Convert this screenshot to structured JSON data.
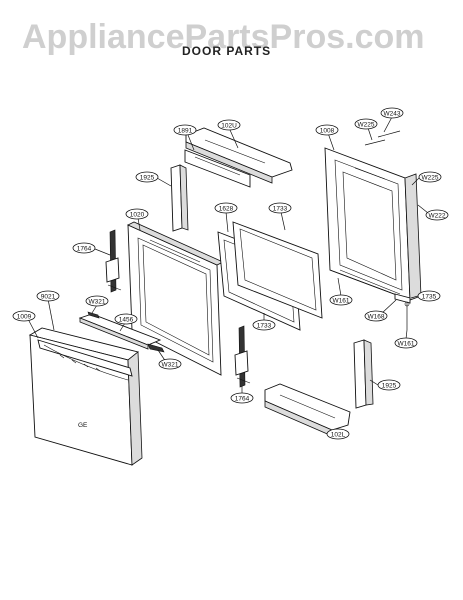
{
  "watermark": "AppliancePartsPros.com",
  "title": "DOOR PARTS",
  "labels": {
    "p102u": "102U",
    "p1891": "1891",
    "p1008": "1008",
    "w243": "W243",
    "w225": "W225",
    "w225b": "W225",
    "w222": "W222",
    "p1925a": "1925",
    "p1020": "1020",
    "p1628": "1628",
    "p1733a": "1733",
    "p1764a": "1764",
    "w161a": "W161",
    "p1735": "1735",
    "w168": "W168",
    "w161b": "W161",
    "p9021": "9021",
    "w321a": "W321",
    "p1009": "1009",
    "p1456": "1456",
    "p1733b": "1733",
    "w321b": "W321",
    "p1764b": "1764",
    "p1925b": "1925",
    "p102l": "102L"
  },
  "door_logo": "GE"
}
